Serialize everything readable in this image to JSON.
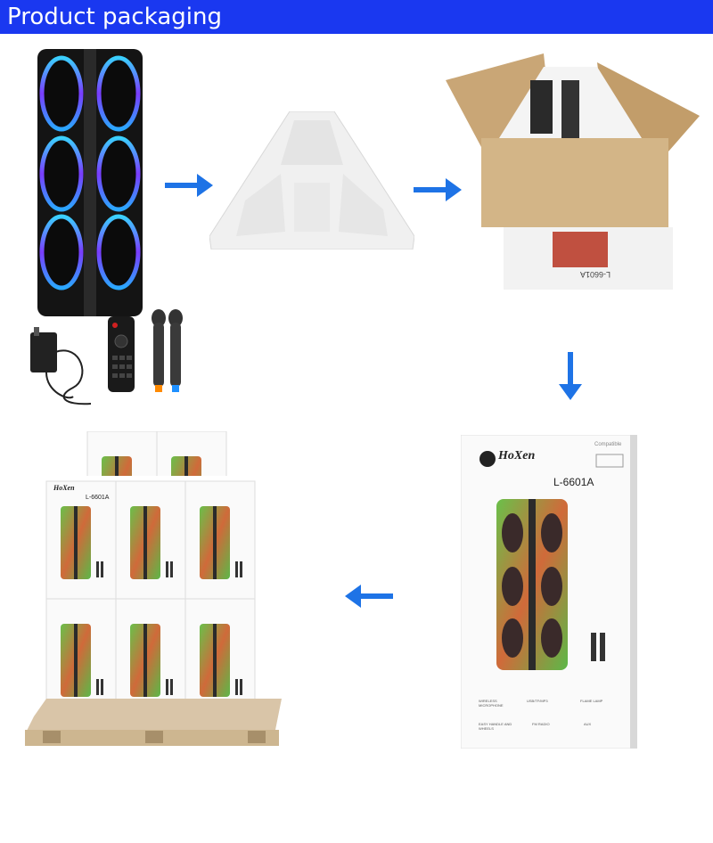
{
  "header": {
    "title": "Product packaging",
    "bg_color": "#1a38f0"
  },
  "arrows": {
    "color": "#1e73e6",
    "directions": [
      "right",
      "right",
      "down",
      "left"
    ]
  },
  "box": {
    "brand": "HoXen",
    "model": "L-6601A",
    "compatible": "Compatible",
    "features": [
      "WIRELESS MICROPHONE",
      "USB/TF/MP3",
      "FLAME LAMP",
      "EASY HANDLE AND WHEELS",
      "FM RADIO",
      "AUX"
    ]
  },
  "pallet_box": {
    "brand": "HoXen",
    "model": "L-6601A"
  },
  "open_box": {
    "model": "L-6601A"
  }
}
